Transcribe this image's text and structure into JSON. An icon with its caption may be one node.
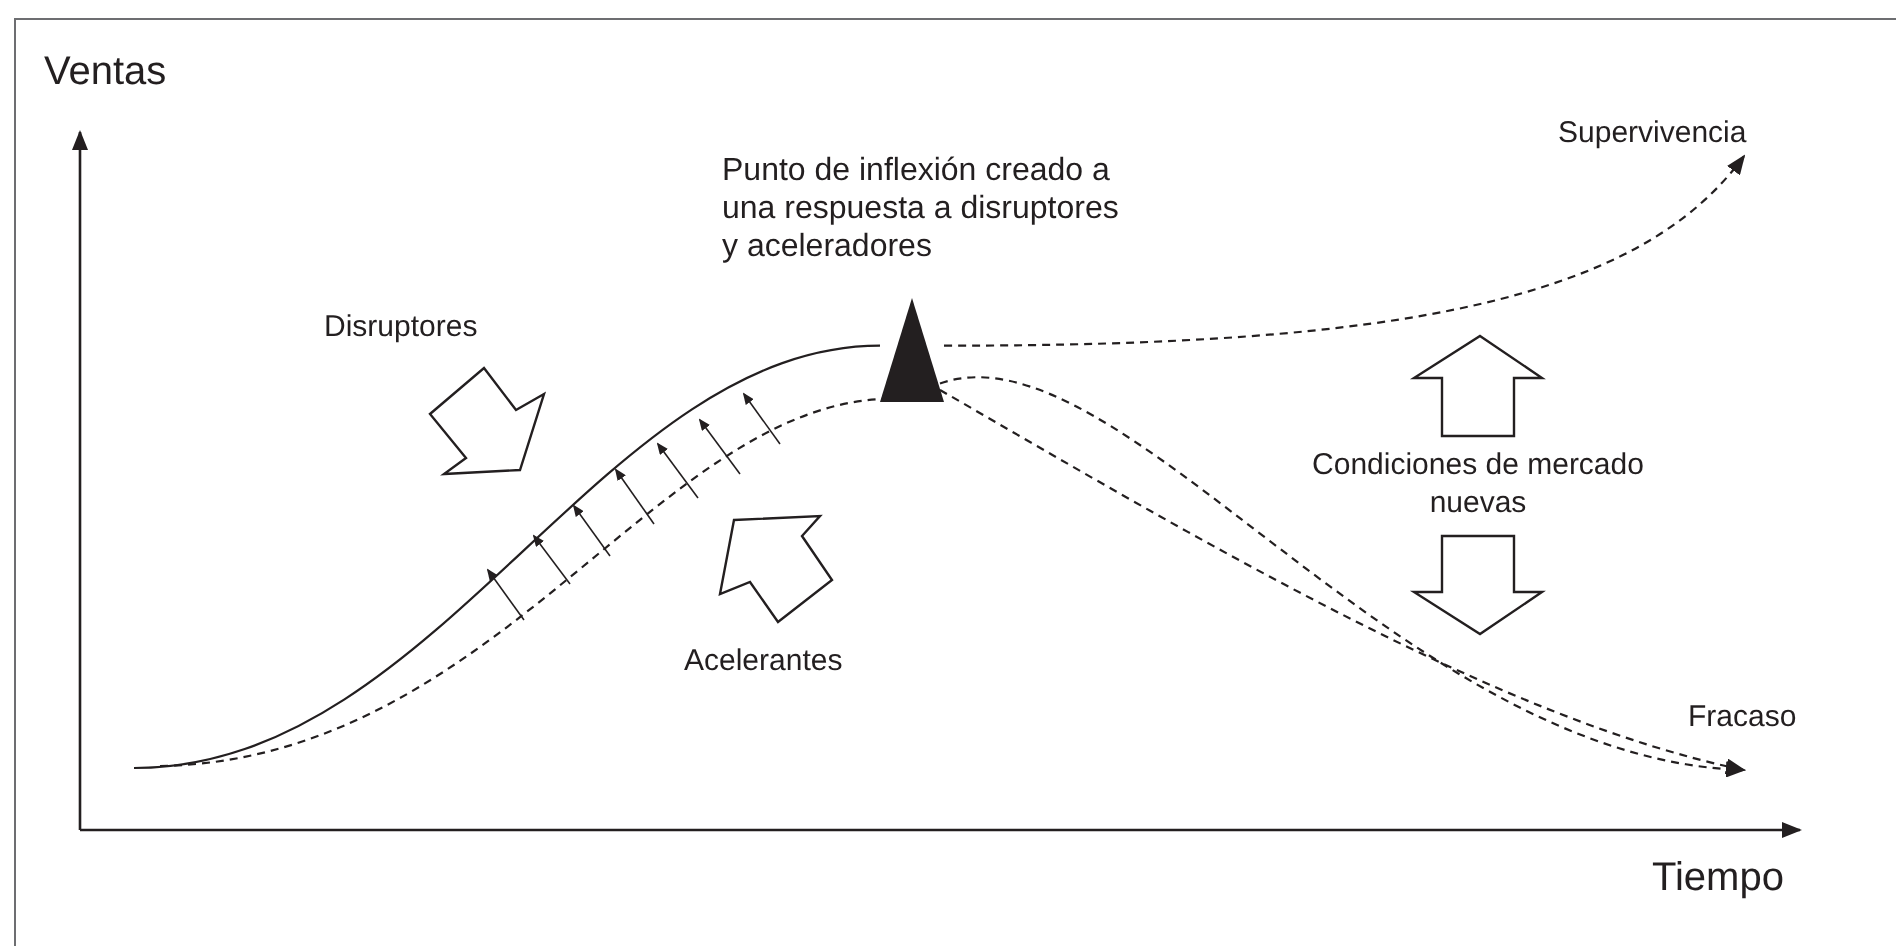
{
  "diagram": {
    "nodes": [
      {
        "text": [
          "Punto de inflexión creado a una respuesta a disruptores y aceleradores"
        ]
      },
      {
        "text": [
          "Supervivencia"
        ]
      },
      {
        "text": [
          "Fracaso"
        ]
      }
    ],
    "edges": [
      {
        "from": null,
        "to": 0,
        "arrow": "none"
      },
      {
        "from": null,
        "to": 0,
        "arrow": "none",
        "style": "dashed"
      },
      {
        "from": 0,
        "to": 1,
        "arrow": "to",
        "style": "dashed"
      },
      {
        "from": 0,
        "to": 2,
        "arrow": "to",
        "style": "dashed"
      },
      {
        "from": 0,
        "to": 2,
        "arrow": "to",
        "style": "dashed"
      }
    ],
    "labels": [
      "Ventas",
      "Disruptores",
      "Condiciones de mercado nuevas",
      "Acelerantes",
      "Tiempo"
    ]
  }
}
